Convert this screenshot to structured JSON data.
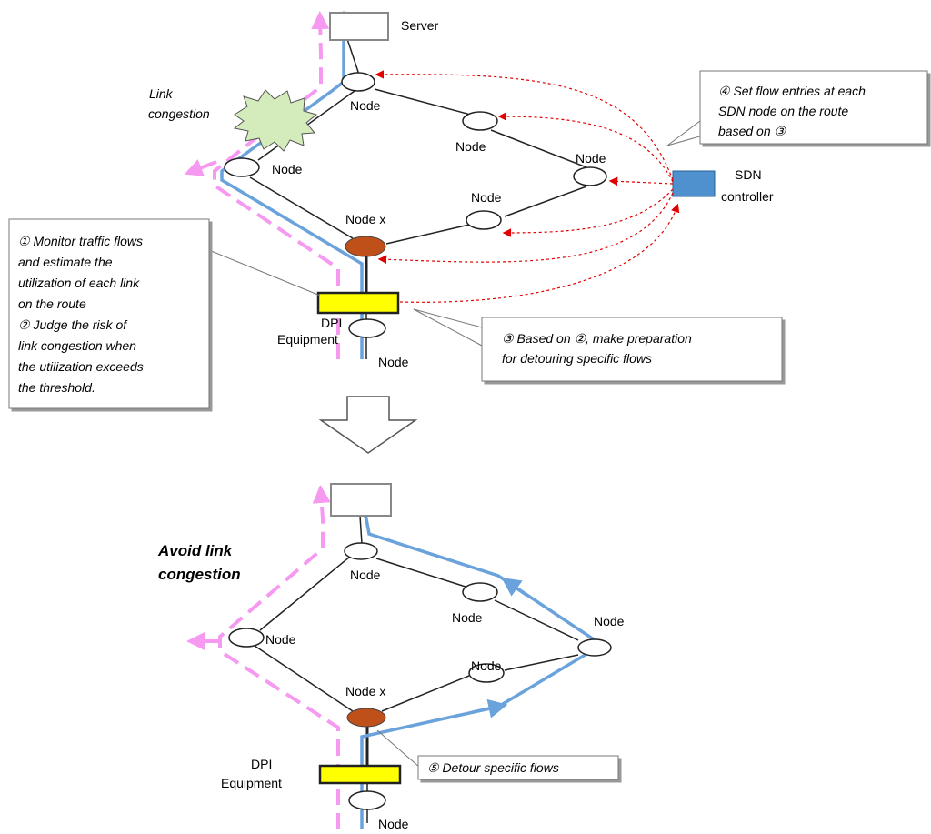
{
  "colors": {
    "physical_link": "#222222",
    "original_flow": "#6aa2dc",
    "other_flow": "#f59af0",
    "control_msg": "#e00000",
    "node_fill": "#ffffff",
    "node_x_fill": "#c0501a",
    "dpi_fill": "#ffff00",
    "controller_fill": "#4f90cf",
    "congestion_fill": "#d4ecbc"
  },
  "top": {
    "server_label": "Server",
    "link_congestion_line1": "Link",
    "link_congestion_line2": "congestion",
    "node_label": "Node",
    "node_x_label": "Node x",
    "sdn_controller_line1": "SDN",
    "sdn_controller_line2": "controller",
    "dpi_line1": "DPI",
    "dpi_line2": "Equipment",
    "callout_monitor_lines": [
      "① Monitor traffic flows",
      "and estimate the",
      "utilization of each link",
      "on the route",
      "② Judge the risk of",
      "link congestion when",
      "the utilization exceeds",
      "the threshold."
    ],
    "callout_set_lines": [
      "④ Set flow entries at each",
      "SDN node on the route",
      "based on ③"
    ],
    "callout_prepare_lines": [
      "③ Based on ②, make preparation",
      "for detouring specific flows"
    ]
  },
  "bottom": {
    "avoid_line1": "Avoid link",
    "avoid_line2": "congestion",
    "node_label": "Node",
    "node_x_label": "Node x",
    "dpi_line1": "DPI",
    "dpi_line2": "Equipment",
    "callout_detour": "⑤ Detour specific flows"
  }
}
